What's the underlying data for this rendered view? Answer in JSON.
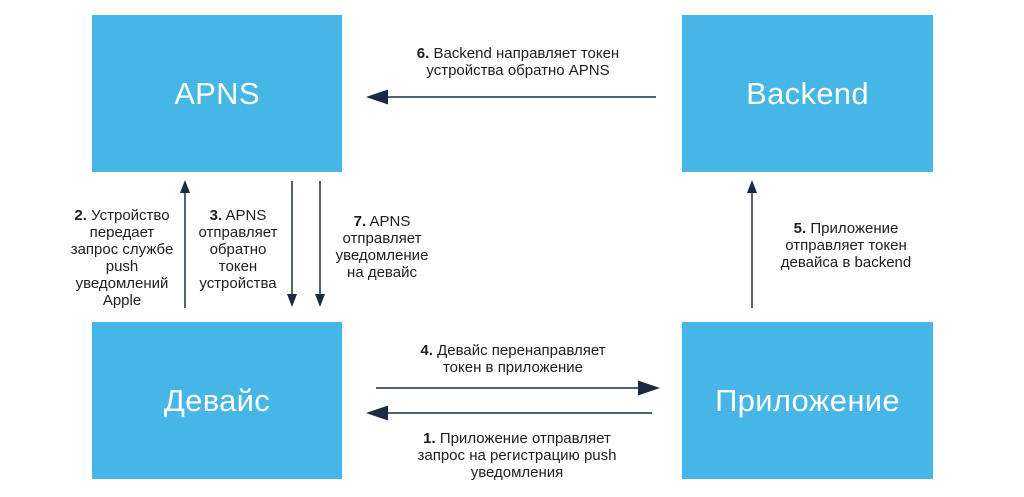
{
  "diagram": {
    "title": "APNS push notification registration flow",
    "colors": {
      "node_fill": "#45b6e5",
      "node_text": "#ffffff",
      "arrow": "#1c2b42",
      "label_text": "#1e1e1e",
      "background": "#ffffff"
    },
    "nodes": {
      "apns": {
        "label": "APNS"
      },
      "backend": {
        "label": "Backend"
      },
      "device": {
        "label": "Девайс"
      },
      "app": {
        "label": "Приложение"
      }
    },
    "steps": {
      "step1": {
        "num": "1.",
        "lines": [
          "Приложение отправляет",
          "запрос на регистрацию push",
          "уведомления"
        ]
      },
      "step2": {
        "num": "2.",
        "lines": [
          "Устройство",
          "передает",
          "запрос службе",
          "push",
          "уведомлений",
          "Apple"
        ]
      },
      "step3": {
        "num": "3.",
        "lines": [
          "APNS",
          "отправляет",
          "обратно",
          "токен",
          "устройства"
        ]
      },
      "step4": {
        "num": "4.",
        "lines": [
          "Девайс перенаправляет",
          "токен в приложение"
        ]
      },
      "step5": {
        "num": "5.",
        "lines": [
          "Приложение",
          "отправляет токен",
          "девайса в backend"
        ]
      },
      "step6": {
        "num": "6.",
        "lines": [
          "Backend направляет токен",
          "устройства обратно APNS"
        ]
      },
      "step7": {
        "num": "7.",
        "lines": [
          "APNS",
          "отправляет",
          "уведомление",
          "на девайс"
        ]
      }
    }
  }
}
